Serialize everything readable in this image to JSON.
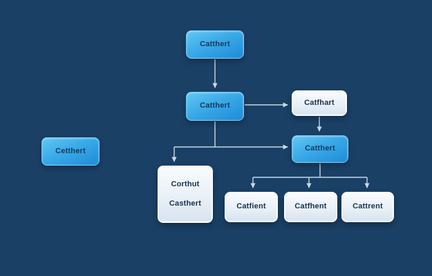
{
  "diagram": {
    "type": "flowchart",
    "colors": {
      "background": "#1a4066",
      "node_blue_gradient_top": "#63c7f4",
      "node_blue_gradient_bottom": "#1e8cd8",
      "node_white_gradient_top": "#f8fbfe",
      "node_white_gradient_bottom": "#d9e4ef",
      "connector": "#ccd8e4",
      "node_text": "#143a5e"
    },
    "nodes": {
      "top": {
        "label": "Catthert"
      },
      "middle": {
        "label": "Catthert"
      },
      "right_white": {
        "label": "Catfhart"
      },
      "right_blue": {
        "label": "Catthert"
      },
      "left": {
        "label": "Cetthert"
      },
      "tall": {
        "label_line1": "Corthut",
        "label_line2": "Casthert"
      },
      "bottom_left": {
        "label": "Catfient"
      },
      "bottom_middle": {
        "label": "Catfhent"
      },
      "bottom_right": {
        "label": "Cattrent"
      }
    }
  }
}
